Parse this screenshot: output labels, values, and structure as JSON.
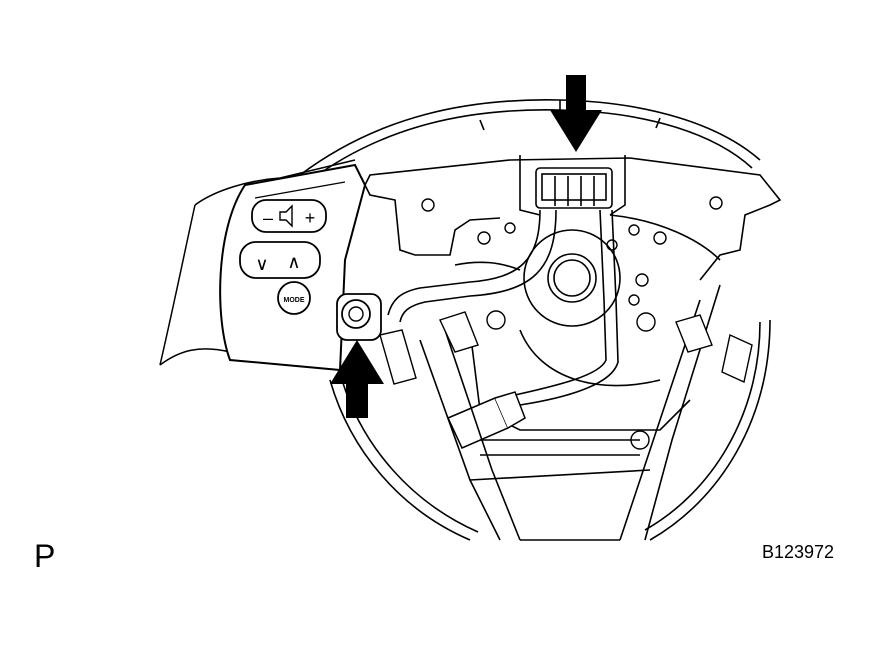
{
  "figure": {
    "corner_letter": "P",
    "figure_code": "B123972"
  },
  "switch_buttons": {
    "volume_minus": "–",
    "volume_plus": "+",
    "down": "∨",
    "up": "∧",
    "mode": "MODE"
  },
  "colors": {
    "line": "#000000",
    "fill": "#ffffff",
    "arrow": "#000000"
  }
}
